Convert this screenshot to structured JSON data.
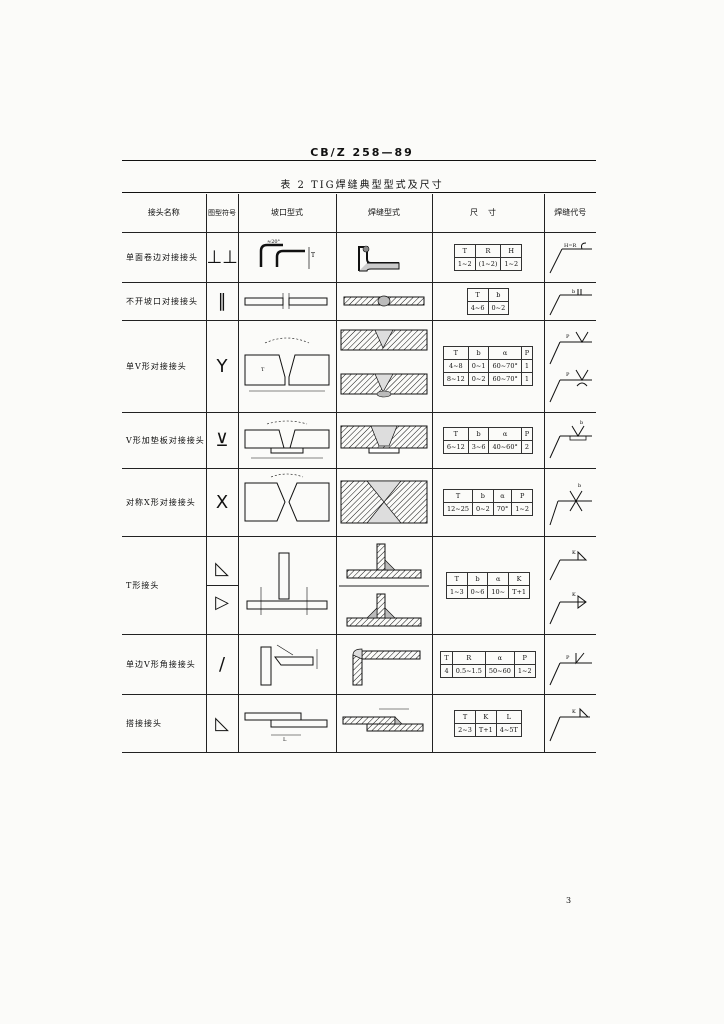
{
  "header": {
    "standard": "CB/Z 258—89"
  },
  "caption": "表 2  TIG焊缝典型型式及尺寸",
  "page_number": "3",
  "table": {
    "columns": [
      "接头名称",
      "图型符号",
      "坡口型式",
      "焊缝型式",
      "尺寸",
      "焊缝代号"
    ],
    "rows": [
      {
        "name": "单面卷边对接接头",
        "symbol": "⊥⊥",
        "dims": {
          "headers": [
            "T",
            "R",
            "H"
          ],
          "values": [
            "1~2",
            "(1~2)",
            "1~2"
          ]
        },
        "code_label": "H=R",
        "groove_label": "≈20°"
      },
      {
        "name": "不开坡口对接接头",
        "symbol": "∥",
        "dims": {
          "headers": [
            "T",
            "b"
          ],
          "values": [
            "4~6",
            "0~2"
          ]
        },
        "code_label": "b"
      },
      {
        "name": "单V形对接接头",
        "symbol": "Y",
        "dims": {
          "headers": [
            "T",
            "b",
            "α",
            "P"
          ],
          "values": [
            "4~8",
            "0~1",
            "60~70°",
            "1"
          ],
          "values2": [
            "8~12",
            "0~2",
            "60~70°",
            "1"
          ]
        },
        "code_label": "P",
        "code_label2": "P"
      },
      {
        "name": "V形加垫板对接接头",
        "symbol": "⊻",
        "dims": {
          "headers": [
            "T",
            "b",
            "α",
            "P"
          ],
          "values": [
            "6~12",
            "3~6",
            "40~60°",
            "2"
          ]
        },
        "code_label": "b"
      },
      {
        "name": "对称X形对接接头",
        "symbol": "X",
        "dims": {
          "headers": [
            "T",
            "b",
            "α",
            "P"
          ],
          "values": [
            "12~25",
            "0~2",
            "70°",
            "1~2"
          ]
        },
        "code_label": "b"
      },
      {
        "name": "T形接头",
        "symbol": "◺",
        "symbol2": "▷",
        "dims": {
          "headers": [
            "T",
            "b",
            "α",
            "K"
          ],
          "values": [
            "1~3",
            "0~6",
            "10~",
            "T+1"
          ]
        },
        "code_label": "K",
        "code_label2": "K"
      },
      {
        "name": "单边V形角接接头",
        "symbol": "/",
        "dims": {
          "headers": [
            "T",
            "R",
            "α",
            "P"
          ],
          "values": [
            "4",
            "0.5~1.5",
            "50~60",
            "1~2"
          ]
        },
        "code_label": "P"
      },
      {
        "name": "搭接接头",
        "symbol": "◺",
        "dims": {
          "headers": [
            "T",
            "K",
            "L"
          ],
          "values": [
            "2~3",
            "T+1",
            "4~5T"
          ]
        },
        "code_label": "K"
      }
    ]
  }
}
